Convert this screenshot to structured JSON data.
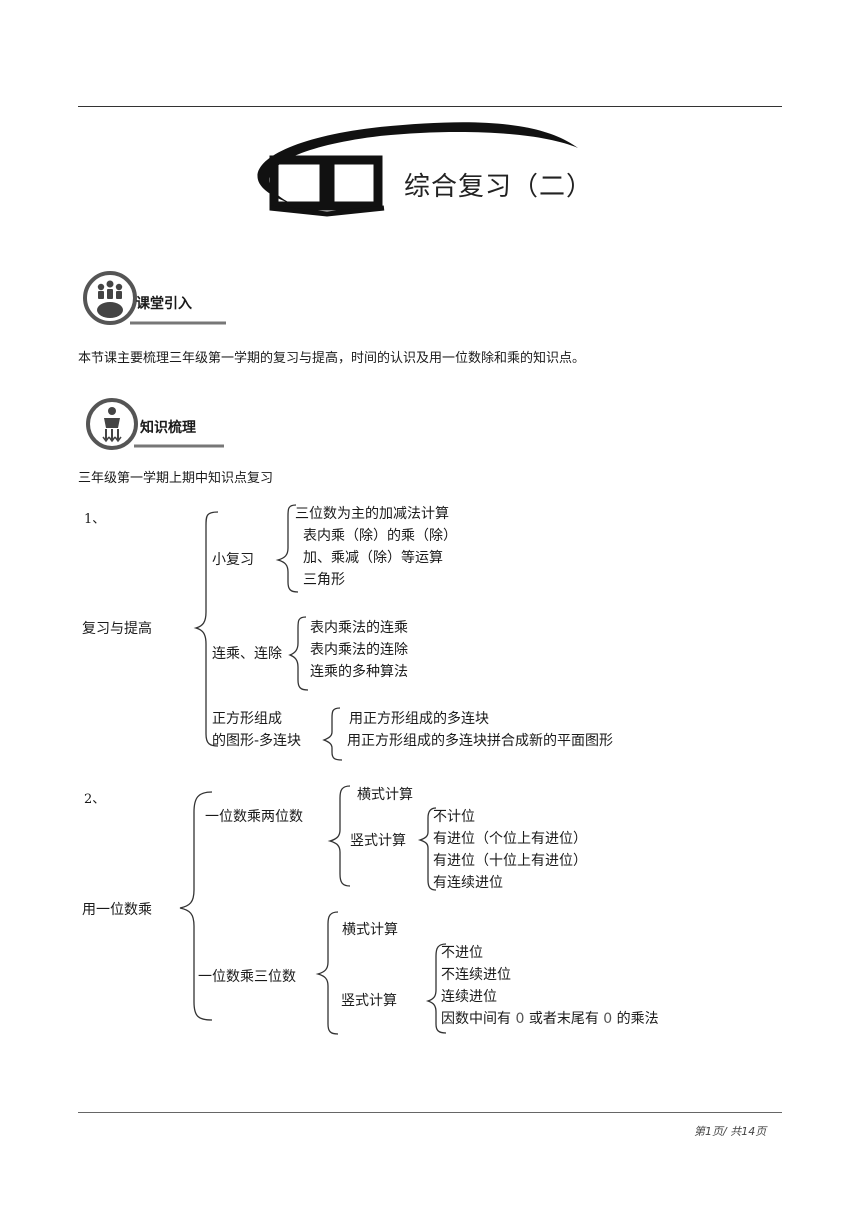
{
  "header": {
    "title": "综合复习（二）"
  },
  "sections": {
    "intro": {
      "label": "课堂引入",
      "text": "本节课主要梳理三年级第一学期的复习与提高，时间的认识及用一位数除和乘的知识点。"
    },
    "knowledge": {
      "label": "知识梳理",
      "subtitle": "三年级第一学期上期中知识点复习"
    }
  },
  "outline1": {
    "number": "1、",
    "root": "复习与提高",
    "groups": [
      {
        "label": "小复习",
        "items": [
          "三位数为主的加减法计算",
          "表内乘（除）的乘（除）",
          "加、乘减（除）等运算",
          "三角形"
        ]
      },
      {
        "label": "连乘、连除",
        "items": [
          "表内乘法的连乘",
          "表内乘法的连除",
          "连乘的多种算法"
        ]
      },
      {
        "label_lines": [
          "正方形组成",
          "的图形-多连块"
        ],
        "items": [
          "用正方形组成的多连块",
          "用正方形组成的多连块拼合成新的平面图形"
        ]
      }
    ]
  },
  "outline2": {
    "number": "2、",
    "root": "用一位数乘",
    "groups": [
      {
        "label": "一位数乘两位数",
        "horizontal": "横式计算",
        "vertical": "竖式计算",
        "items": [
          "不计位",
          "有进位（个位上有进位）",
          "有进位（十位上有进位）",
          "有连续进位"
        ]
      },
      {
        "label": "一位数乘三位数",
        "horizontal": "横式计算",
        "vertical": "竖式计算",
        "items": [
          "不进位",
          "不连续进位",
          "连续进位"
        ],
        "last_item": {
          "before": "因数中间有 ",
          "zero1": "0",
          "middle": " 或者末尾有 ",
          "zero2": "0",
          "after": " 的乘法"
        }
      }
    ]
  },
  "footer": {
    "page": "第1页/ 共14页"
  },
  "icons": {
    "book": "open-book-icon",
    "intro": "group-people-icon",
    "knowledge": "person-arrows-icon"
  }
}
